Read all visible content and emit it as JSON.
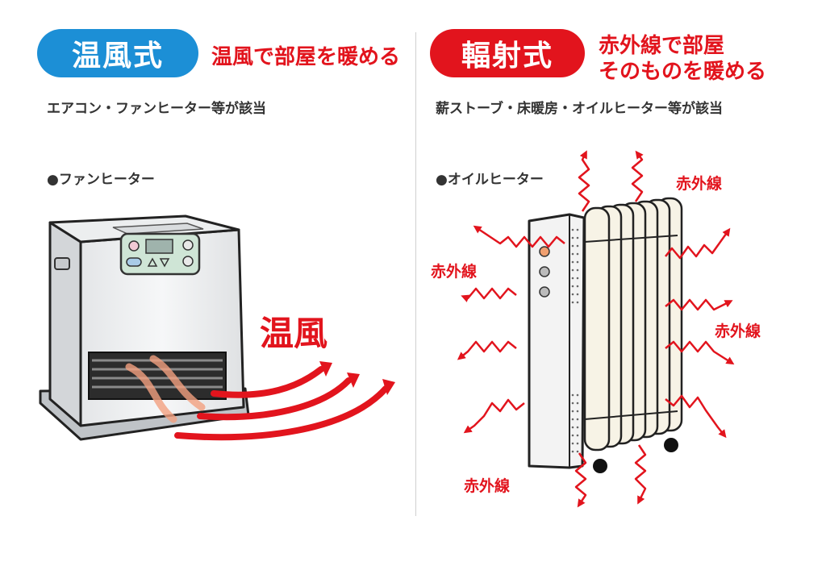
{
  "left": {
    "badge": "温風式",
    "headline": "温風で部屋を暖める",
    "examples": "エアコン・ファンヒーター等が該当",
    "device_label": "●ファンヒーター",
    "airflow_label": "温風"
  },
  "right": {
    "badge": "輻射式",
    "headline_line1": "赤外線で部屋",
    "headline_line2": "そのものを暖める",
    "examples": "薪ストーブ・床暖房・オイルヒーター等が該当",
    "device_label": "●オイルヒーター",
    "ray_labels": [
      "赤外線",
      "赤外線",
      "赤外線",
      "赤外線"
    ]
  },
  "colors": {
    "blue": "#1c8fd6",
    "red": "#e2141d"
  }
}
